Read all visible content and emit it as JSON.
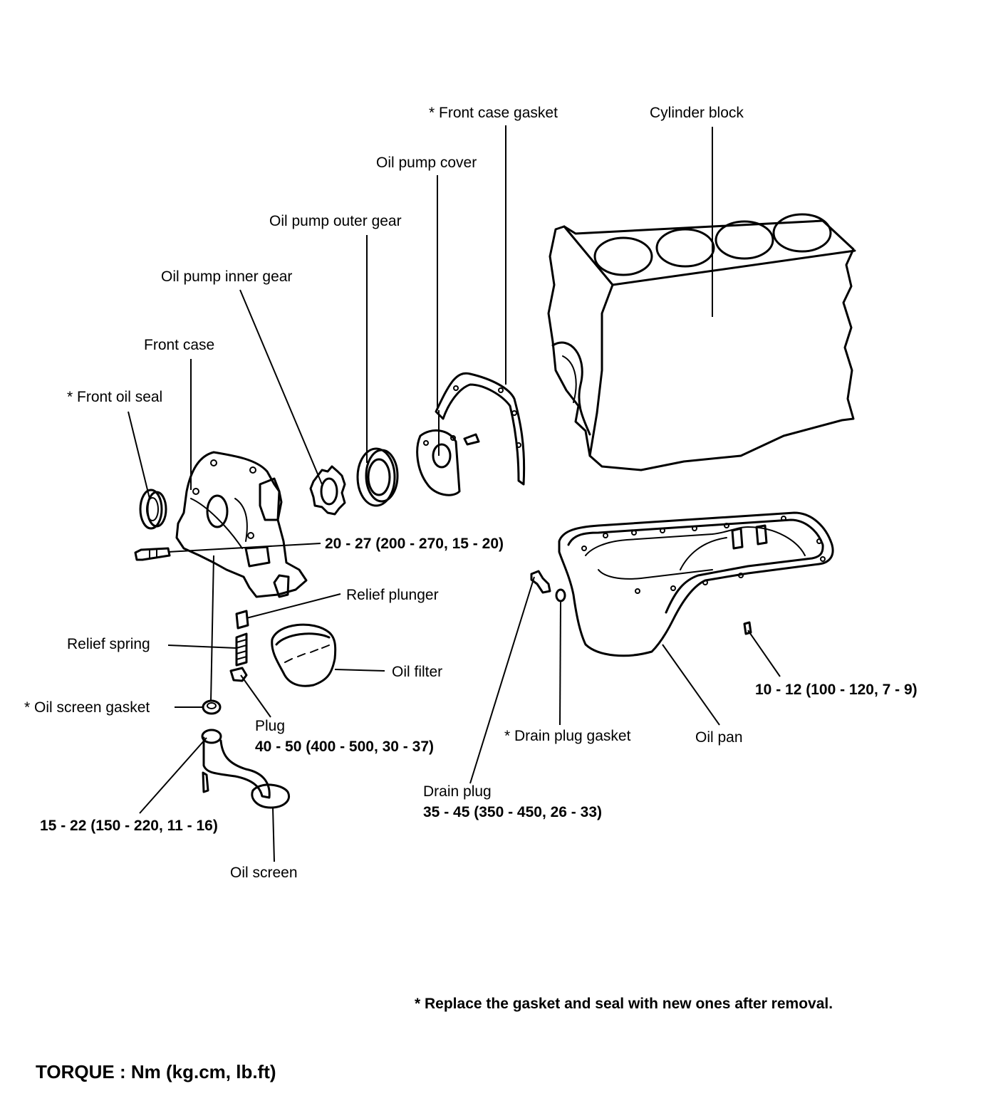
{
  "labels": {
    "front_case_gasket": "* Front case gasket",
    "cylinder_block": "Cylinder block",
    "oil_pump_cover": "Oil pump cover",
    "oil_pump_outer_gear": "Oil pump outer gear",
    "oil_pump_inner_gear": "Oil pump inner gear",
    "front_case": "Front case",
    "front_oil_seal": "* Front oil seal",
    "torque_front_case": "20 - 27 (200 - 270, 15 - 20)",
    "relief_plunger": "Relief plunger",
    "relief_spring": "Relief spring",
    "oil_filter": "Oil filter",
    "oil_screen_gasket": "* Oil screen gasket",
    "plug": "Plug",
    "torque_plug": "40 - 50 (400 - 500, 30 - 37)",
    "drain_plug_gasket": "* Drain plug gasket",
    "oil_pan": "Oil pan",
    "torque_oil_pan": "10 - 12 (100 - 120, 7 - 9)",
    "drain_plug": "Drain plug",
    "torque_drain_plug": "35 - 45 (350 - 450, 26 - 33)",
    "torque_oil_screen": "15 - 22 (150 - 220, 11 - 16)",
    "oil_screen": "Oil screen"
  },
  "footer": {
    "note": "* Replace the gasket and seal with new ones after removal.",
    "torque_units": "TORQUE : Nm (kg.cm, lb.ft)"
  }
}
